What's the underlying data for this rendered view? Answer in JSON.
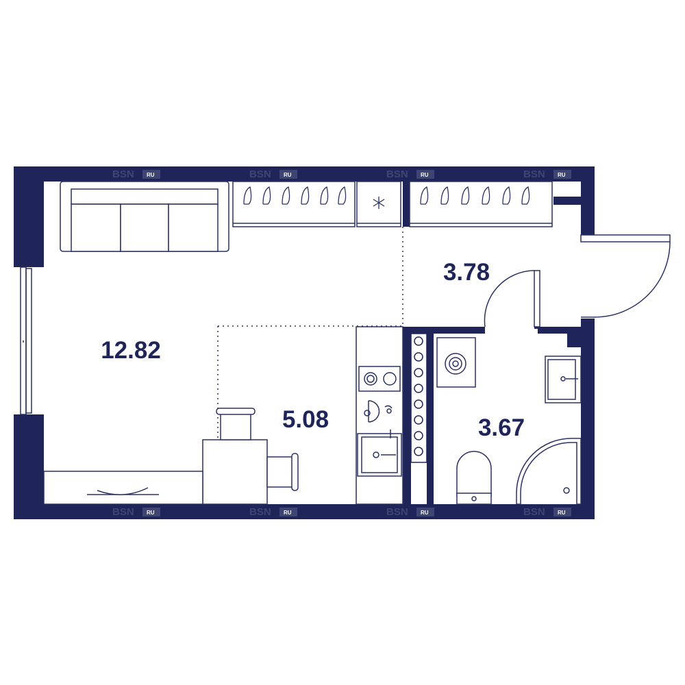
{
  "colors": {
    "wall": "#1f2559",
    "line": "#2a3163",
    "background": "#ffffff"
  },
  "rooms": [
    {
      "id": "living-room",
      "area": "12.82"
    },
    {
      "id": "kitchen",
      "area": "5.08"
    },
    {
      "id": "hallway",
      "area": "3.78"
    },
    {
      "id": "bathroom",
      "area": "3.67"
    }
  ],
  "watermark": {
    "brand": "BSN",
    "suffix": "RU"
  },
  "icons": [
    "sofa-icon",
    "wardrobe-icon",
    "fridge-snowflake-icon",
    "stove-icon",
    "sink-icon",
    "washing-machine-icon",
    "toilet-icon",
    "shower-icon",
    "table-icon",
    "chair-icon",
    "radiator-icon",
    "window-icon",
    "door-swing-icon"
  ]
}
